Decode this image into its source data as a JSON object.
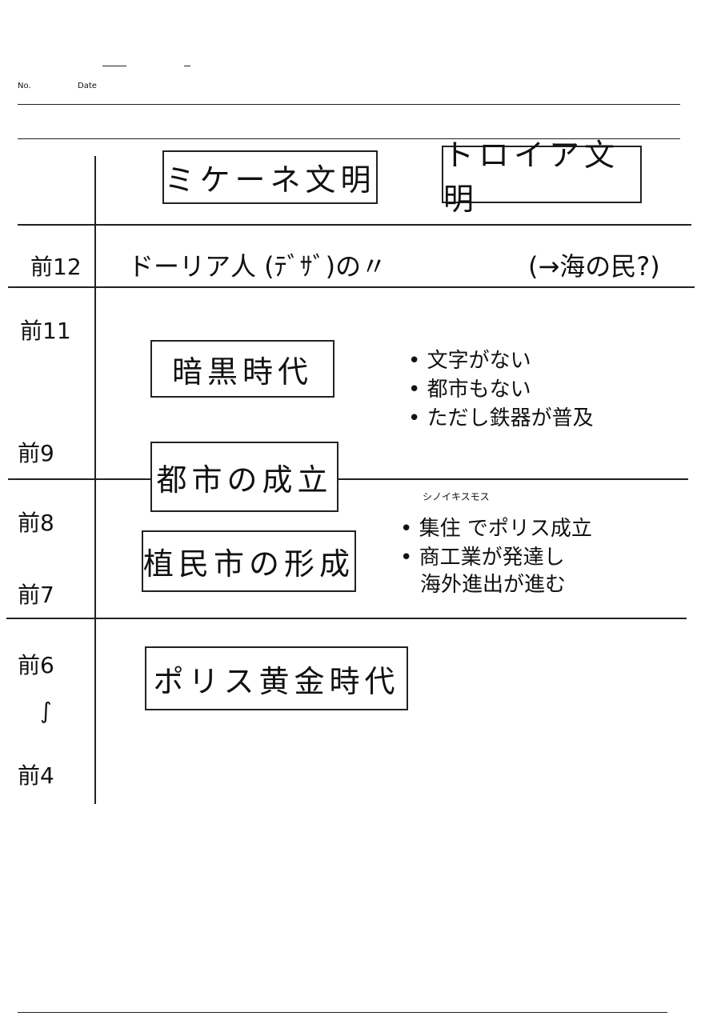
{
  "header": {
    "no_label": "No.",
    "date_label": "Date"
  },
  "boxes": {
    "mycenae": "ミケーネ文明",
    "troy": "トロイア文明",
    "dark_age": "暗黒時代",
    "city_formation": "都市の成立",
    "colony_formation": "植民市の形成",
    "polis_golden_age": "ポリス黄金時代"
  },
  "eras": {
    "e12": "前12",
    "e11": "前11",
    "e9": "前9",
    "e8": "前8",
    "e7": "前7",
    "e6": "前6",
    "tilde": "∫",
    "e4": "前4"
  },
  "row12": {
    "dorians": "ドーリア人 (ﾃﾞｻﾞ)の〃",
    "sea_peoples": "(→海の民?)"
  },
  "dark_notes": [
    "• 文字がない",
    "• 都市もない",
    "• ただし鉄器が普及"
  ],
  "polis_notes": {
    "ruby": "シノイキスモス",
    "line1": "•  集住    でポリス成立",
    "line2": "• 商工業が発達し",
    "line3": "海外進出が進む"
  }
}
